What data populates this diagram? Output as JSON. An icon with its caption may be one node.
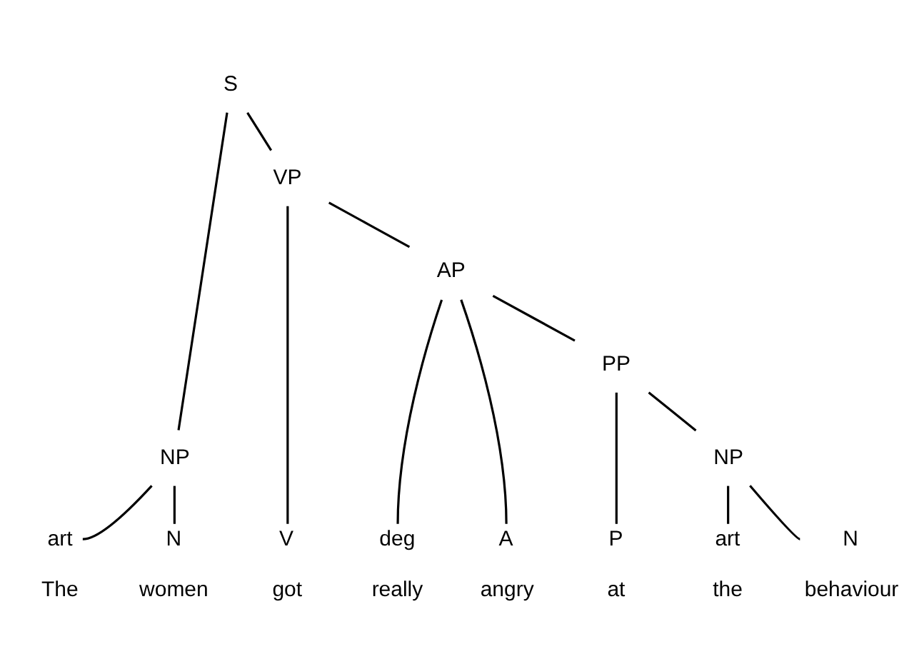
{
  "diagram": {
    "nodes": [
      {
        "text": [
          "S"
        ]
      },
      {
        "text": [
          "VP"
        ]
      },
      {
        "text": [
          "AP"
        ]
      },
      {
        "text": [
          "PP"
        ]
      },
      {
        "text": [
          "NP"
        ]
      },
      {
        "text": [
          "NP"
        ]
      },
      {
        "text": [
          "art"
        ],
        "beside": [
          "The"
        ]
      },
      {
        "text": [
          "N"
        ],
        "beside": [
          "women"
        ]
      },
      {
        "text": [
          "V"
        ],
        "beside": [
          "got"
        ]
      },
      {
        "text": [
          "deg"
        ],
        "beside": [
          "really"
        ]
      },
      {
        "text": [
          "A"
        ],
        "beside": [
          "angry"
        ]
      },
      {
        "text": [
          "P"
        ],
        "beside": [
          "at"
        ]
      },
      {
        "text": [
          "art"
        ],
        "beside": [
          "the"
        ]
      },
      {
        "text": [
          "N"
        ],
        "beside": [
          "behaviour"
        ]
      }
    ],
    "edges": [
      {
        "from": 0,
        "to": 4,
        "arrow": "none"
      },
      {
        "from": 0,
        "to": 1,
        "arrow": "none"
      },
      {
        "from": 1,
        "to": 8,
        "arrow": "none"
      },
      {
        "from": 1,
        "to": 2,
        "arrow": "none"
      },
      {
        "from": 2,
        "to": 9,
        "arrow": "none"
      },
      {
        "from": 2,
        "to": 10,
        "arrow": "none"
      },
      {
        "from": 2,
        "to": 3,
        "arrow": "none"
      },
      {
        "from": 3,
        "to": 11,
        "arrow": "none"
      },
      {
        "from": 3,
        "to": 5,
        "arrow": "none"
      },
      {
        "from": 4,
        "to": 6,
        "arrow": "none"
      },
      {
        "from": 4,
        "to": 7,
        "arrow": "none"
      },
      {
        "from": 5,
        "to": 12,
        "arrow": "none"
      },
      {
        "from": 5,
        "to": 13,
        "arrow": "none"
      }
    ]
  }
}
